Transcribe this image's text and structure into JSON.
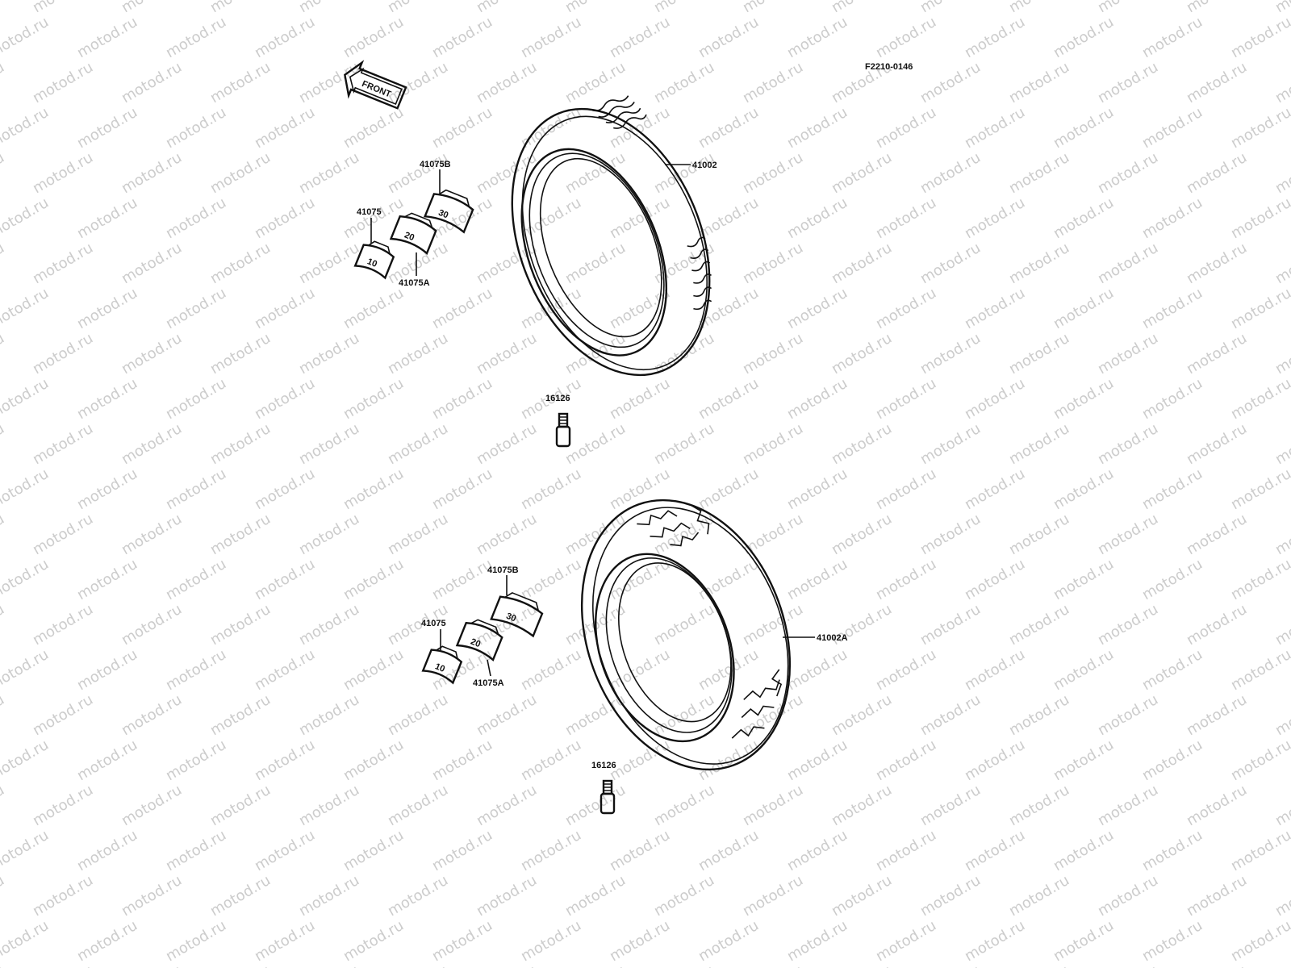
{
  "diagram": {
    "code": "F2210-0146",
    "front_arrow": "FRONT",
    "watermark": "motod.ru",
    "parts": {
      "upper_tire": "41002",
      "lower_tire": "41002A",
      "upper_weight": "41075",
      "upper_weight_a": "41075A",
      "upper_weight_b": "41075B",
      "lower_weight": "41075",
      "lower_weight_a": "41075A",
      "lower_weight_b": "41075B",
      "upper_valve": "16126",
      "lower_valve": "16126"
    },
    "weight_marks": {
      "w10": "10",
      "w20": "20",
      "w30": "30"
    }
  }
}
